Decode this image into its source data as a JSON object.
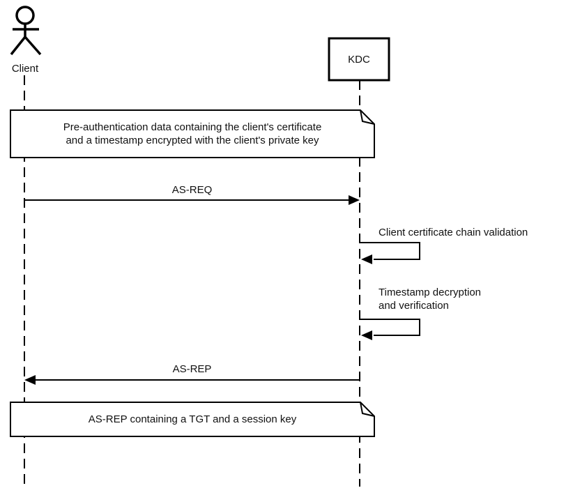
{
  "diagram": {
    "type": "sequence",
    "subject": "Kerberos PKINIT pre-authentication exchange",
    "colors": {
      "stroke": "#000000",
      "background": "#ffffff",
      "text": "#111111"
    },
    "participants": [
      {
        "id": "client",
        "label": "Client",
        "kind": "actor"
      },
      {
        "id": "kdc",
        "label": "KDC",
        "kind": "box"
      }
    ],
    "notes": [
      {
        "lines": [
          "Pre-authentication data containing the client's certificate",
          "and a timestamp encrypted with the client's private key"
        ]
      },
      {
        "lines": [
          "AS-REP containing a TGT and a session key"
        ]
      }
    ],
    "messages": [
      {
        "label": "AS-REQ",
        "from": "Client",
        "to": "KDC",
        "kind": "arrow-right"
      },
      {
        "lines": [
          "Client certificate chain validation"
        ],
        "from": "KDC",
        "to": "KDC",
        "kind": "self"
      },
      {
        "lines": [
          "Timestamp decryption",
          "and verification"
        ],
        "from": "KDC",
        "to": "KDC",
        "kind": "self"
      },
      {
        "label": "AS-REP",
        "from": "KDC",
        "to": "Client",
        "kind": "arrow-left"
      }
    ]
  }
}
